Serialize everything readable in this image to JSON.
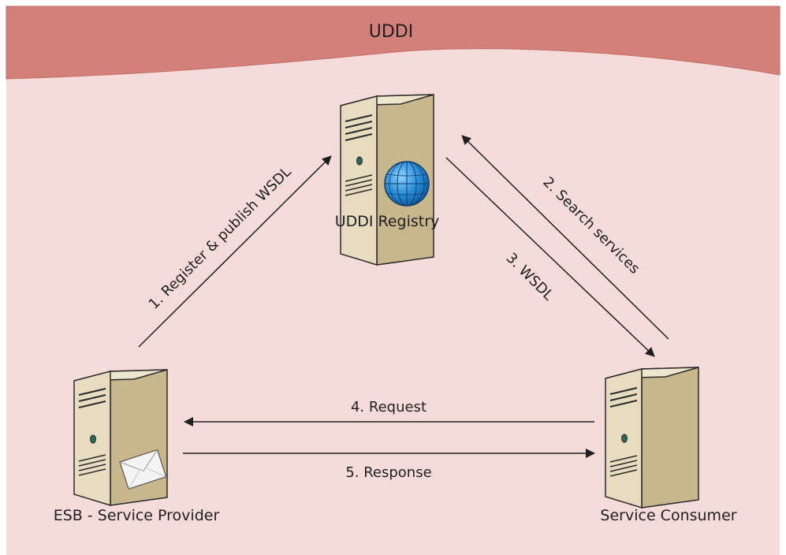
{
  "header": {
    "title": "UDDI"
  },
  "nodes": {
    "registry": "UDDI Registry",
    "provider": "ESB - Service Provider",
    "consumer": "Service Consumer"
  },
  "flows": {
    "register": "1. Register & publish WSDL",
    "search": "2. Search services",
    "wsdl": "3. WSDL",
    "request": "4. Request",
    "response": "5. Response"
  },
  "colors": {
    "banner": "#d4807a",
    "background": "#f5dcdb",
    "server_front": "#e7dcc0",
    "server_side": "#c8b68c",
    "globe": "#2a8fd8",
    "arrow": "#1f1f1f"
  }
}
